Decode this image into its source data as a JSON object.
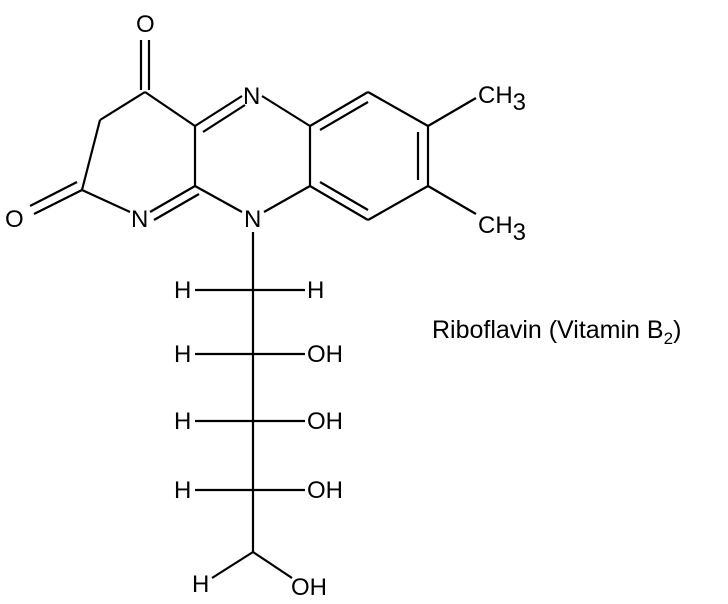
{
  "molecule": {
    "caption": {
      "name": "Riboflavin (Vitamin B",
      "subscript": "2",
      "close": ")"
    },
    "atoms": {
      "ketone_oxygen_top": "O",
      "ketone_oxygen_left": "O",
      "ring_nitrogen_top": "N",
      "ring_nitrogen_left": "N",
      "ring_nitrogen_bottom": "N",
      "methyl_top": {
        "base": "CH",
        "subscript": "3"
      },
      "methyl_bottom": {
        "base": "CH",
        "subscript": "3"
      },
      "chain": {
        "c1_left": "H",
        "c1_right": "H",
        "c2_left": "H",
        "c2_right": "OH",
        "c3_left": "H",
        "c3_right": "OH",
        "c4_left": "H",
        "c4_right": "OH",
        "c5_left": "H",
        "c5_right": "OH"
      }
    }
  }
}
